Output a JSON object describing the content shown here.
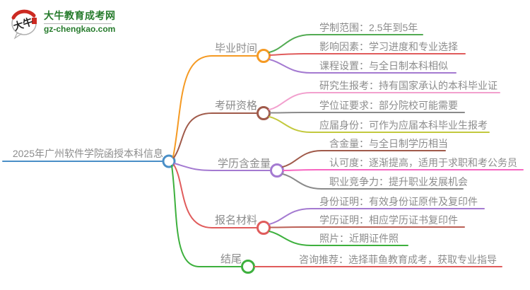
{
  "logo": {
    "icon_text": "大牛",
    "title": "大牛教育成考网",
    "url": "gz-chengkao.com",
    "brand_green": "#267b2c",
    "seal_red": "#cc2a22"
  },
  "text_color": "#8c8c8c",
  "root": {
    "label": "2025年广州软件学院函授本科信息",
    "color": "#4a8fc7"
  },
  "branches": [
    {
      "label": "毕业时间",
      "color": "#f59a23",
      "children": [
        {
          "label": "学制范围：2.5年到5年",
          "color": "#53ab53"
        },
        {
          "label": "影响因素：学习进度和专业选择",
          "color": "#e05c5c"
        },
        {
          "label": "课程设置：与全日制本科相似",
          "color": "#a47ad1"
        }
      ]
    },
    {
      "label": "考研资格",
      "color": "#a05a4a",
      "children": [
        {
          "label": "研究生报考：持有国家承认的本科毕业证",
          "color": "#f2a0ce"
        },
        {
          "label": "学位证要求：部分院校可能需要",
          "color": "#8a8a8a"
        },
        {
          "label": "应届身份：可作为应届本科毕业生报考",
          "color": "#c3c93e"
        }
      ]
    },
    {
      "label": "学历含金量",
      "color": "#a47ad1",
      "children": [
        {
          "label": "含金量：与全日制学历相当",
          "color": "#a05a4a"
        },
        {
          "label": "认可度：逐渐提高，适用于求职和考公务员",
          "color": "#f766c1"
        },
        {
          "label": "职业竞争力：提升职业发展机会",
          "color": "#8a8a8a"
        }
      ]
    },
    {
      "label": "报名材料",
      "color": "#e05c5c",
      "children": [
        {
          "label": "身份证明：有效身份证原件及复印件",
          "color": "#a47ad1"
        },
        {
          "label": "学历证明：相应学历证书复印件",
          "color": "#bb5f55"
        },
        {
          "label": "照片：近期证件照",
          "color": "#3db03d"
        }
      ]
    },
    {
      "label": "结尾",
      "color": "#3db03d",
      "children": [
        {
          "label": "咨询推荐：选择菲鱼教育成考，获取专业指导",
          "color": "#e05c5c"
        }
      ]
    }
  ]
}
